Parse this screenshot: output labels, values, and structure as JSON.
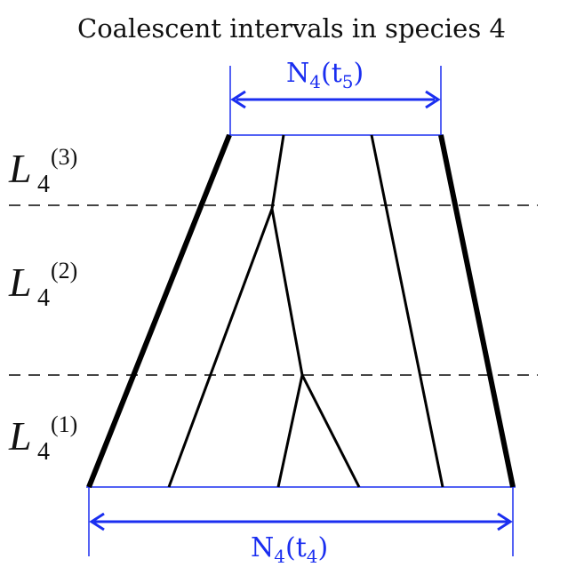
{
  "title": "Coalescent intervals in species 4",
  "intervals": [
    {
      "base": "L",
      "sub": "4",
      "sup": "(3)"
    },
    {
      "base": "L",
      "sub": "4",
      "sup": "(2)"
    },
    {
      "base": "L",
      "sub": "4",
      "sup": "(1)"
    }
  ],
  "top_width": {
    "base": "N",
    "sub": "4",
    "paren_open": "(t",
    "paren_sub": "5",
    "paren_close": ")"
  },
  "bottom_width": {
    "base": "N",
    "sub": "4",
    "paren_open": "(t",
    "paren_sub": "4",
    "paren_close": ")"
  },
  "colors": {
    "accent": "#1a2ef0",
    "lines": "#000000",
    "dashed": "#444444",
    "text": "#111111"
  }
}
